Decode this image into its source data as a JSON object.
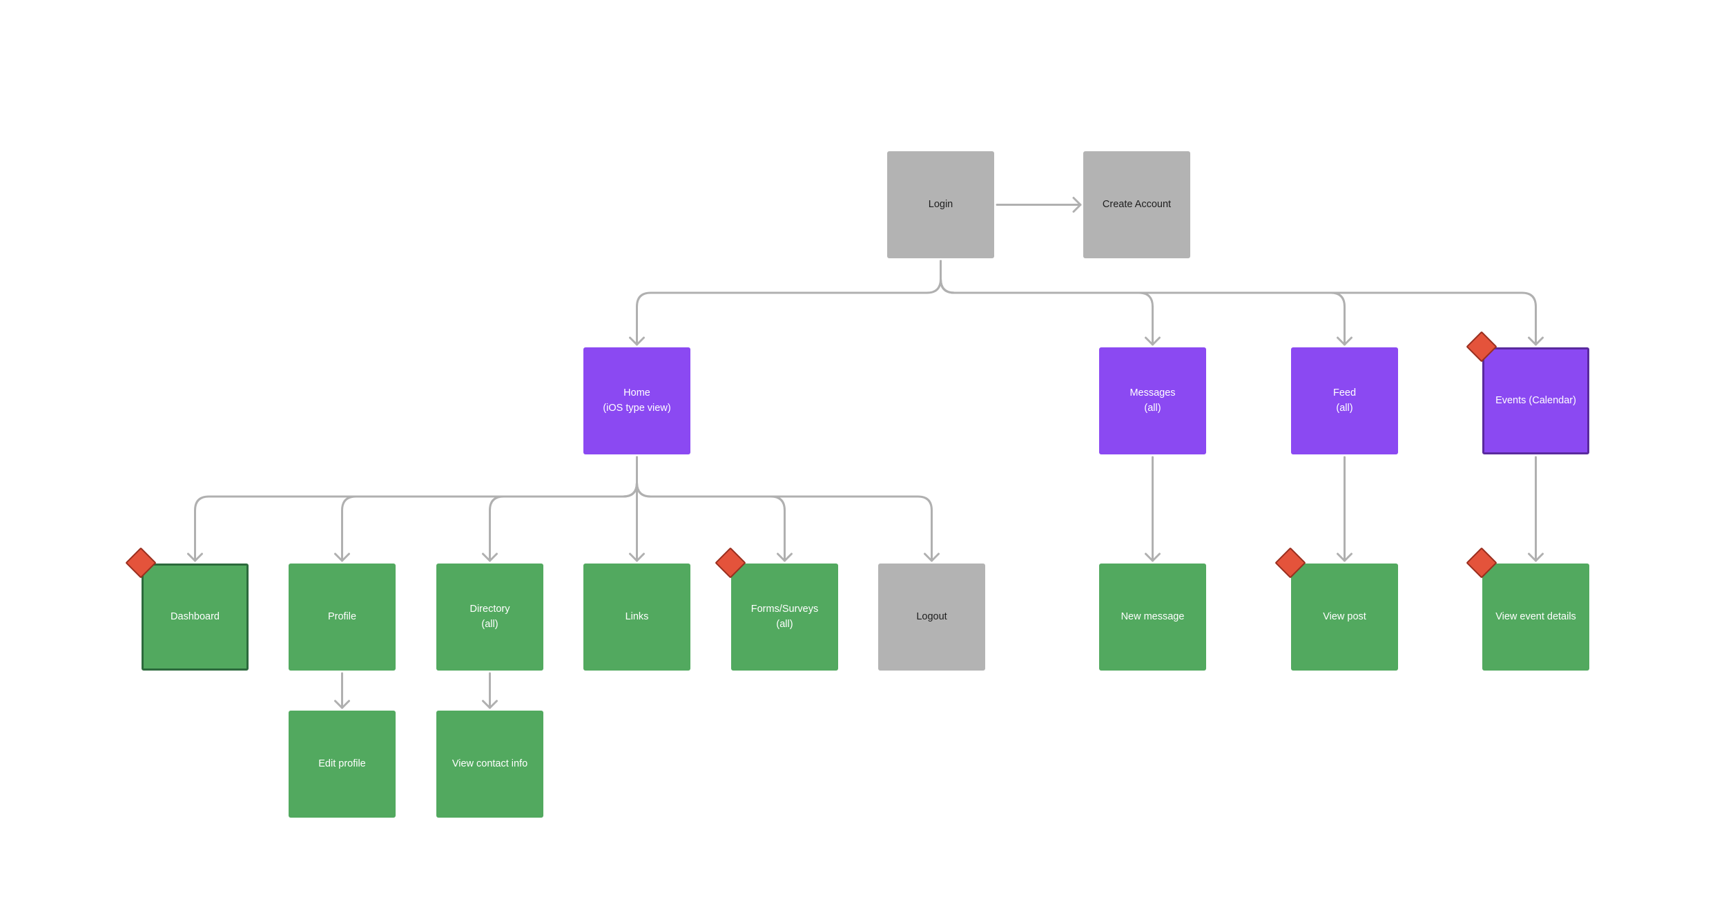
{
  "diagram": {
    "colors": {
      "screen": "#52a95f",
      "section": "#8b49f2",
      "auth": "#b3b3b3",
      "connector": "#b0b0b0",
      "marker": "#e4533b"
    },
    "nodes": {
      "login": {
        "label": "Login",
        "kind": "auth"
      },
      "create_account": {
        "label": "Create Account",
        "kind": "auth"
      },
      "home": {
        "label": "Home\n(iOS type view)",
        "kind": "section"
      },
      "messages": {
        "label": "Messages\n(all)",
        "kind": "section"
      },
      "feed": {
        "label": "Feed\n(all)",
        "kind": "section"
      },
      "events": {
        "label": "Events (Calendar)",
        "kind": "section",
        "flagged": true
      },
      "dashboard": {
        "label": "Dashboard",
        "kind": "screen",
        "flagged": true
      },
      "profile": {
        "label": "Profile",
        "kind": "screen"
      },
      "directory": {
        "label": "Directory\n(all)",
        "kind": "screen"
      },
      "links": {
        "label": "Links",
        "kind": "screen"
      },
      "forms_surveys": {
        "label": "Forms/Surveys\n(all)",
        "kind": "screen",
        "flagged": true
      },
      "logout": {
        "label": "Logout",
        "kind": "auth"
      },
      "new_message": {
        "label": "New message",
        "kind": "screen"
      },
      "view_post": {
        "label": "View post",
        "kind": "screen",
        "flagged": true
      },
      "view_event_details": {
        "label": "View event details",
        "kind": "screen",
        "flagged": true
      },
      "edit_profile": {
        "label": "Edit profile",
        "kind": "screen"
      },
      "view_contact_info": {
        "label": "View contact info",
        "kind": "screen"
      }
    },
    "edges": [
      [
        "login",
        "create_account"
      ],
      [
        "login",
        "home"
      ],
      [
        "login",
        "messages"
      ],
      [
        "login",
        "feed"
      ],
      [
        "login",
        "events"
      ],
      [
        "home",
        "dashboard"
      ],
      [
        "home",
        "profile"
      ],
      [
        "home",
        "directory"
      ],
      [
        "home",
        "links"
      ],
      [
        "home",
        "forms_surveys"
      ],
      [
        "home",
        "logout"
      ],
      [
        "messages",
        "new_message"
      ],
      [
        "feed",
        "view_post"
      ],
      [
        "events",
        "view_event_details"
      ],
      [
        "profile",
        "edit_profile"
      ],
      [
        "directory",
        "view_contact_info"
      ]
    ]
  }
}
